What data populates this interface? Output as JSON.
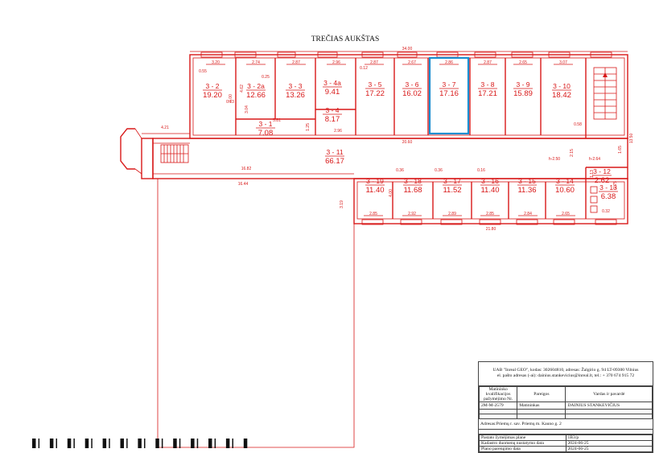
{
  "title": "TREČIAS AUKŠTAS",
  "highlighted_room": "3 - 7",
  "rooms": [
    {
      "id": "3 - 2",
      "area": "19.20"
    },
    {
      "id": "3 - 2a",
      "area": "12.66"
    },
    {
      "id": "3 - 3",
      "area": "13.26"
    },
    {
      "id": "3 - 4a",
      "area": "9.41"
    },
    {
      "id": "3 - 4",
      "area": "8.17"
    },
    {
      "id": "3 - 1",
      "area": "7.08"
    },
    {
      "id": "3 - 5",
      "area": "17.22"
    },
    {
      "id": "3 - 6",
      "area": "16.02"
    },
    {
      "id": "3 - 7",
      "area": "17.16"
    },
    {
      "id": "3 - 8",
      "area": "17.21"
    },
    {
      "id": "3 - 9",
      "area": "15.89"
    },
    {
      "id": "3 - 10",
      "area": "18.42"
    },
    {
      "id": "3 - 11",
      "area": "66.17"
    },
    {
      "id": "3 - 19",
      "area": "11.40"
    },
    {
      "id": "3 - 18",
      "area": "11.68"
    },
    {
      "id": "3 - 17",
      "area": "11.52"
    },
    {
      "id": "3 - 16",
      "area": "11.40"
    },
    {
      "id": "3 - 15",
      "area": "11.36"
    },
    {
      "id": "3 - 14",
      "area": "10.60"
    },
    {
      "id": "3 - 12",
      "area": "2.62"
    },
    {
      "id": "3 - 13",
      "area": "6.38"
    }
  ],
  "dimensions": {
    "total_top": "34.00",
    "top": [
      "3.20",
      "2.74",
      "2.87",
      "2.96",
      "2.87",
      "2.67",
      "2.86",
      "2.87",
      "2.65",
      "3.07"
    ],
    "bottom": [
      "2.85",
      "2.92",
      "2.89",
      "2.85",
      "2.84",
      "2.65"
    ],
    "total_bottom": "21.80",
    "corridor": "20.60",
    "left_corridor_top": "16.82",
    "left_corridor_bottom": "16.44",
    "misc": [
      "4.21",
      "0.55",
      "0.25",
      "0.12",
      "4.62",
      "6.00",
      "5.81",
      "2.96",
      "3.04",
      "0.13",
      "1.25",
      "0.58",
      "0.36",
      "3.19",
      "0.16",
      "0.36",
      "4.00",
      "1.65",
      "13.50",
      "1.13",
      "2.75",
      "0.32",
      "h-2.50",
      "h-2.64",
      "2.15"
    ]
  },
  "info": {
    "company": "UAB \"Inreal GEO\", kodas: 302604810, adresas: Žalgirio g. 94 LT-09300 Vilnius",
    "contact": "el. pašto adresas (-ai): dainius.stankevicius@inreal.lt, tel.: + 370 674 915 72",
    "head_col1": "Matininko kvalifikacijos pažymėjimo Nr.",
    "head_col2": "Pareigos",
    "head_col3": "Vardas ir pavardė",
    "cert_no": "2M-M-2579",
    "position": "Matininkas",
    "name": "DAINIUS STANKEVIČIUS",
    "address": "Adresas:Priemų r. sav. Priemų m. Kauno g. 2",
    "meta": [
      {
        "label": "Pastato žymėjimas plane",
        "value": "1B3/p"
      },
      {
        "label": "Kadastro duomenų nustatymo data",
        "value": "2024-06-25"
      },
      {
        "label": "Plano parengimo data",
        "value": "2024-06-25"
      }
    ]
  }
}
